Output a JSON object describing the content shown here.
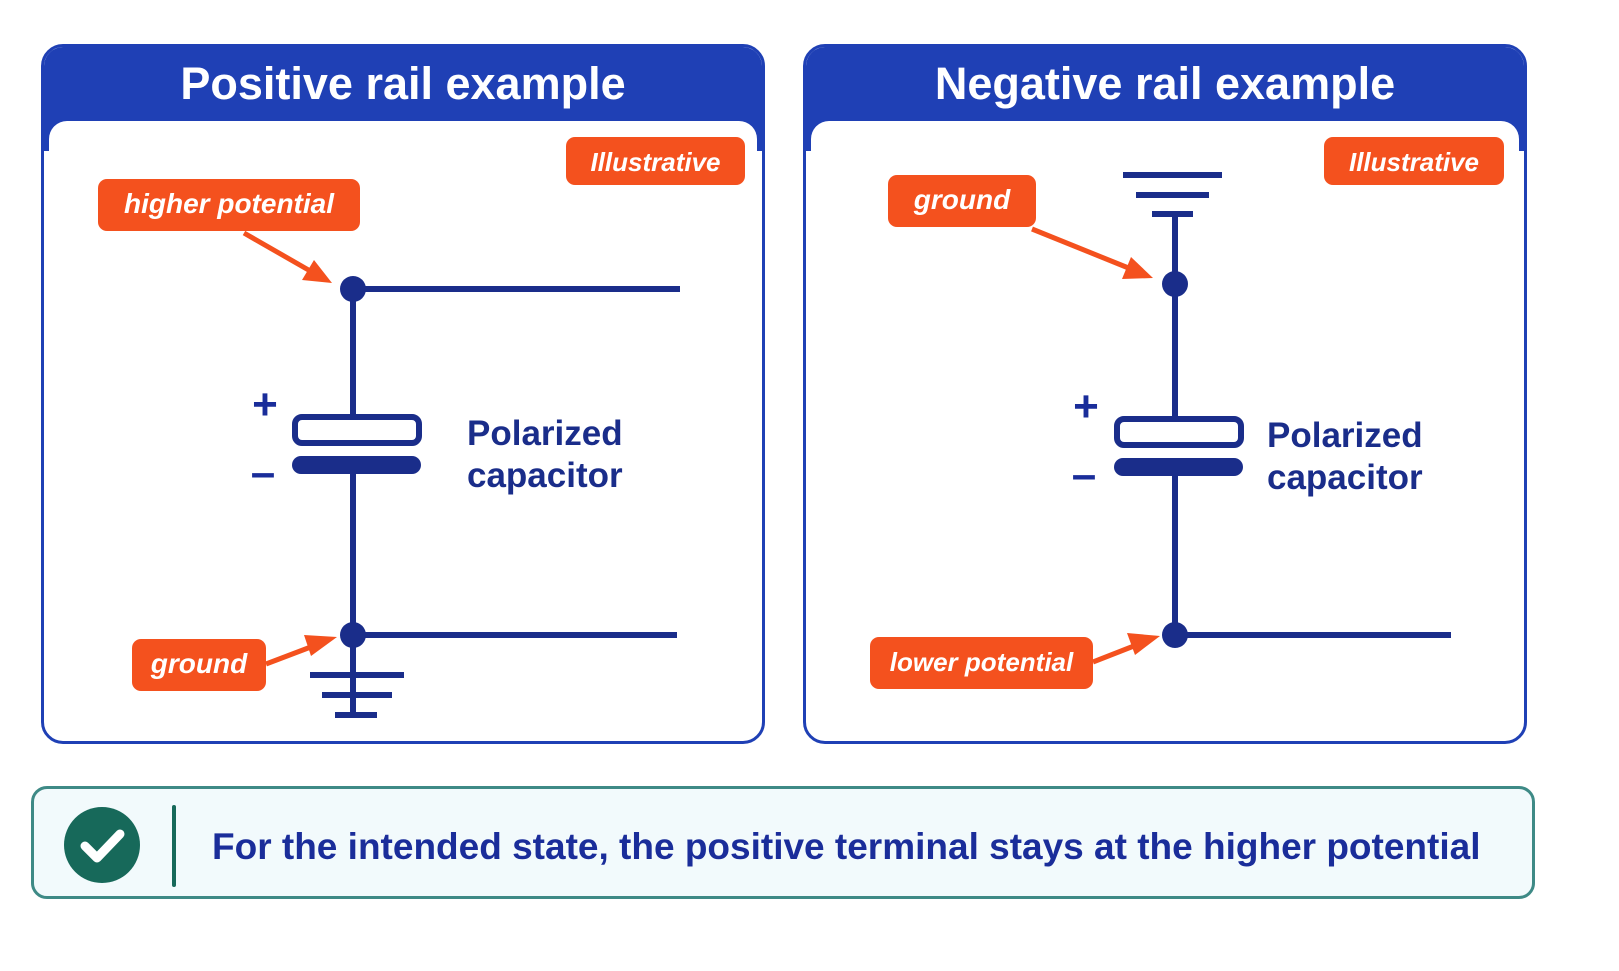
{
  "panels": [
    {
      "title": "Positive rail example",
      "badge": "Illustrative",
      "top_tag": "higher potential",
      "bottom_tag": "ground",
      "plus_sign": "+",
      "minus_sign": "–",
      "capacitor_label": [
        "Polarized",
        "capacitor"
      ]
    },
    {
      "title": "Negative rail example",
      "badge": "Illustrative",
      "top_tag": "ground",
      "bottom_tag": "lower potential",
      "plus_sign": "+",
      "minus_sign": "–",
      "capacitor_label": [
        "Polarized",
        "capacitor"
      ]
    }
  ],
  "note": {
    "icon": "check-circle-icon",
    "text": "For the intended state, the positive terminal stays at the higher potential"
  },
  "colors": {
    "header_blue": "#1f40b5",
    "wire_navy": "#1a2d8a",
    "tag_orange": "#f4511e",
    "check_green": "#17695a",
    "note_border": "#3e8a86"
  }
}
